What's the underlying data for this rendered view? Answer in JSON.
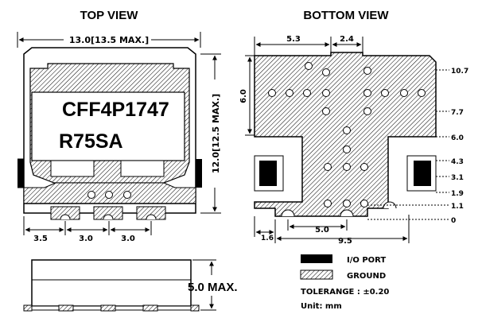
{
  "top_view": {
    "title": "TOP VIEW",
    "width_dim": "13.0[13.5 MAX.]",
    "height_dim": "12.0[12.5 MAX.]",
    "marking_line1": "CFF4P1747",
    "marking_line2": "R75SA",
    "pitch_dims": [
      "3.5",
      "3.0",
      "3.0"
    ]
  },
  "side_view": {
    "height_dim": "5.0 MAX."
  },
  "bottom_view": {
    "title": "BOTTOM VIEW",
    "top_dims": [
      "5.3",
      "2.4"
    ],
    "left_dim": "6.0",
    "right_dims": [
      "10.7",
      "7.7",
      "6.0",
      "4.3",
      "3.1",
      "1.9",
      "1.1",
      "0"
    ],
    "bottom_dims": [
      "5.0",
      "9.5",
      "1.6"
    ]
  },
  "legend": {
    "io_label": "I/O PORT",
    "ground_label": "GROUND",
    "tolerance": "TOLERANGE : ±0.20",
    "unit": "Unit: mm"
  },
  "colors": {
    "ink": "#000000",
    "paper": "#ffffff"
  }
}
